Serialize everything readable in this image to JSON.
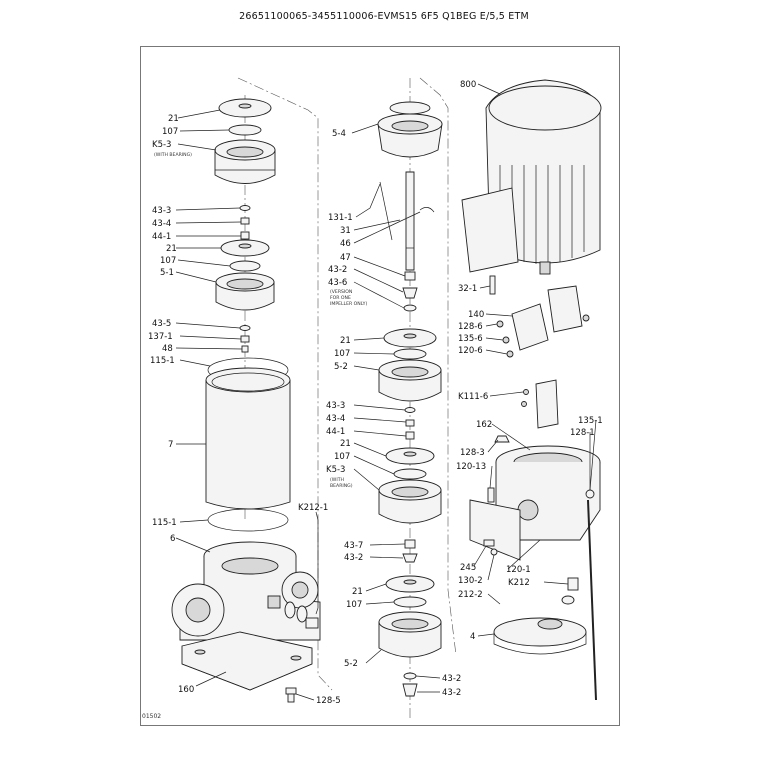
{
  "header": {
    "title": "26651100065-3455110006-EVMS15 6F5 Q1BEG E/5,5 ETM"
  },
  "footer": {
    "drawing_code": "01502"
  },
  "notes": {
    "k53_left": "(WITH BEARING)",
    "k53_mid_a": "(WITH",
    "k53_mid_b": "BEARING)",
    "v436_a": "(VERSION",
    "v436_b": "FOR ONE",
    "v436_c": "IMPELLER ONLY)"
  },
  "labels": {
    "l21a": "21",
    "l107a": "107",
    "lk53a": "K5-3",
    "l433a": "43-3",
    "l434a": "43-4",
    "l441a": "44-1",
    "l21b": "21",
    "l107b": "107",
    "l51": "5-1",
    "l435": "43-5",
    "l1371": "137-1",
    "l48": "48",
    "l1151a": "115-1",
    "l7": "7",
    "l1151b": "115-1",
    "l6": "6",
    "lk2121": "K212-1",
    "l160": "160",
    "l1285": "128-5",
    "l54": "5-4",
    "l1311": "131-1",
    "l31": "31",
    "l46": "46",
    "l47": "47",
    "l432a": "43-2",
    "l436": "43-6",
    "l21c": "21",
    "l107c": "107",
    "l52a": "5-2",
    "l433b": "43-3",
    "l434b": "43-4",
    "l441b": "44-1",
    "l21d": "21",
    "l107d": "107",
    "lk53b": "K5-3",
    "l437": "43-7",
    "l432b": "43-2",
    "l21e": "21",
    "l107e": "107",
    "l52b": "5-2",
    "l432c": "43-2",
    "l432d": "43-2",
    "l800": "800",
    "l321": "32-1",
    "l140": "140",
    "l1286": "128-6",
    "l1356": "135-6",
    "l1206": "120-6",
    "lk1116": "K111-6",
    "l162": "162",
    "l1351": "135-1",
    "l1281": "128-1",
    "l1283": "128-3",
    "l12013": "120-13",
    "l245": "245",
    "l1302": "130-2",
    "l1201": "120-1",
    "lk212": "K212",
    "l2122": "212-2",
    "l4": "4"
  }
}
